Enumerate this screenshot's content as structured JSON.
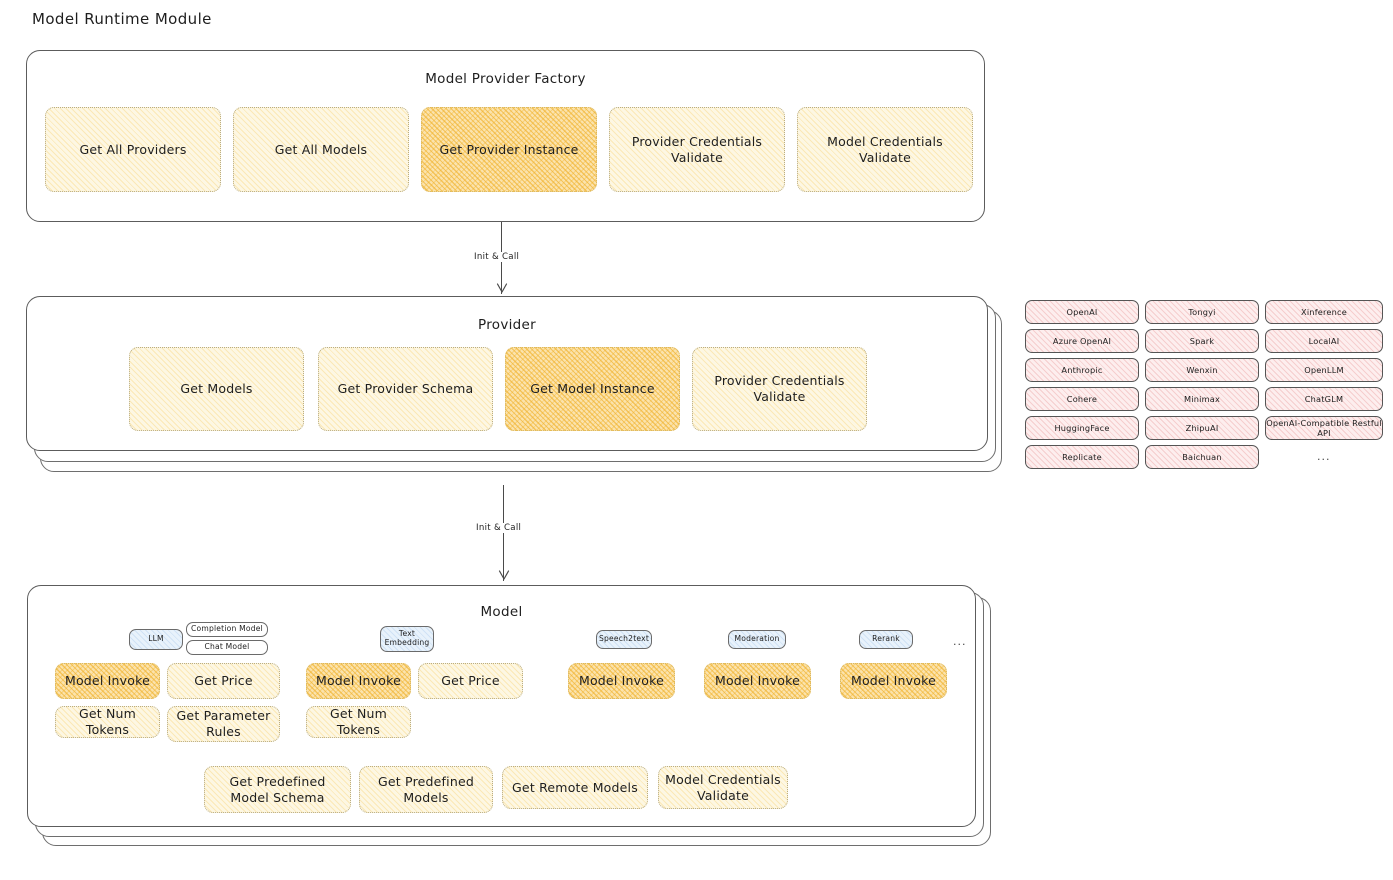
{
  "page": {
    "title": "Model Runtime Module"
  },
  "factory": {
    "title": "Model Provider Factory",
    "items": [
      {
        "label": "Get All Providers",
        "highlight": false
      },
      {
        "label": "Get All Models",
        "highlight": false
      },
      {
        "label": "Get Provider Instance",
        "highlight": true
      },
      {
        "label": "Provider Credentials Validate",
        "highlight": false
      },
      {
        "label": "Model Credentials Validate",
        "highlight": false
      }
    ]
  },
  "connectors": [
    {
      "label": "Init & Call"
    },
    {
      "label": "Init & Call"
    }
  ],
  "provider": {
    "title": "Provider",
    "items": [
      {
        "label": "Get Models",
        "highlight": false
      },
      {
        "label": "Get Provider Schema",
        "highlight": false
      },
      {
        "label": "Get Model Instance",
        "highlight": true
      },
      {
        "label": "Provider Credentials Validate",
        "highlight": false
      }
    ]
  },
  "provider_list": {
    "columns": [
      [
        "OpenAI",
        "Azure OpenAI",
        "Anthropic",
        "Cohere",
        "HuggingFace",
        "Replicate"
      ],
      [
        "Tongyi",
        "Spark",
        "Wenxin",
        "Minimax",
        "ZhipuAI",
        "Baichuan"
      ],
      [
        "Xinference",
        "LocalAI",
        "OpenLLM",
        "ChatGLM",
        "OpenAI-Compatible Restful API"
      ]
    ],
    "more": "..."
  },
  "model": {
    "title": "Model",
    "more": "...",
    "types": [
      {
        "name": "LLM",
        "subtypes": [
          "Completion Model",
          "Chat Model"
        ]
      },
      {
        "name": "Text Embedding",
        "subtypes": []
      },
      {
        "name": "Speech2text",
        "subtypes": []
      },
      {
        "name": "Moderation",
        "subtypes": []
      },
      {
        "name": "Rerank",
        "subtypes": []
      }
    ],
    "groups": [
      {
        "type": "LLM",
        "ops": [
          {
            "label": "Model Invoke",
            "highlight": true
          },
          {
            "label": "Get Price",
            "highlight": false
          },
          {
            "label": "Get Num Tokens",
            "highlight": false
          },
          {
            "label": "Get Parameter Rules",
            "highlight": false
          }
        ]
      },
      {
        "type": "Text Embedding",
        "ops": [
          {
            "label": "Model Invoke",
            "highlight": true
          },
          {
            "label": "Get Price",
            "highlight": false
          },
          {
            "label": "Get Num Tokens",
            "highlight": false
          }
        ]
      },
      {
        "type": "Speech2text",
        "ops": [
          {
            "label": "Model Invoke",
            "highlight": true
          }
        ]
      },
      {
        "type": "Moderation",
        "ops": [
          {
            "label": "Model Invoke",
            "highlight": true
          }
        ]
      },
      {
        "type": "Rerank",
        "ops": [
          {
            "label": "Model Invoke",
            "highlight": true
          }
        ]
      }
    ],
    "common_ops": [
      {
        "label": "Get Predefined Model Schema"
      },
      {
        "label": "Get Predefined Models"
      },
      {
        "label": "Get Remote Models"
      },
      {
        "label": "Model Credentials Validate"
      }
    ]
  },
  "colors": {
    "chip_light": "#fdf7e3",
    "chip_strong": "#fbe3ad",
    "pill_pink": "#fdeeee",
    "badge_blue": "#e8f2fb",
    "stroke": "#5c5c5c"
  }
}
